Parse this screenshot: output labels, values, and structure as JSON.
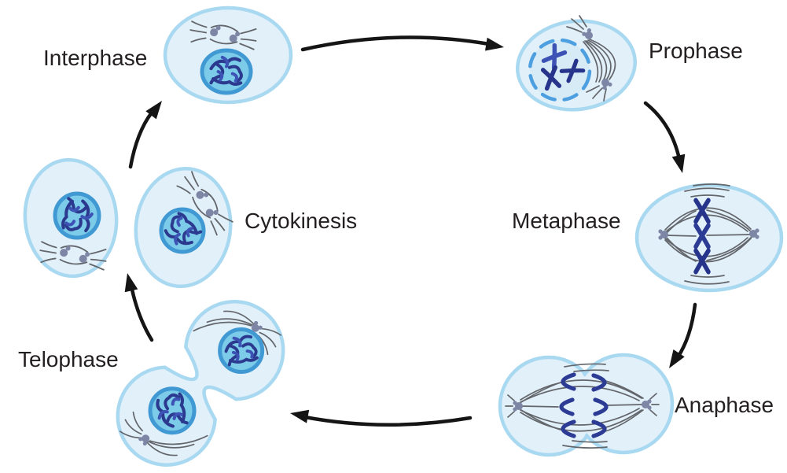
{
  "phases": [
    {
      "name": "interphase",
      "label": "Interphase"
    },
    {
      "name": "prophase",
      "label": "Prophase"
    },
    {
      "name": "metaphase",
      "label": "Metaphase"
    },
    {
      "name": "anaphase",
      "label": "Anaphase"
    },
    {
      "name": "telophase",
      "label": "Telophase"
    },
    {
      "name": "cytokinesis",
      "label": "Cytokinesis"
    }
  ],
  "cycle_order": [
    "Interphase",
    "Prophase",
    "Metaphase",
    "Anaphase",
    "Telophase",
    "Cytokinesis"
  ],
  "colors": {
    "background": "#ffffff",
    "cytoplasm": "#e2f0fa",
    "membrane": "#a9d9f1",
    "nucleus_fill": "#7ccbe9",
    "nucleus_ring": "#4199d3",
    "nuclear_envelope_dash": "#4d9fe0",
    "chromosome_dark": "#27348b",
    "chromosome_light": "#3d52b5",
    "spindle_fiber": "#63666b",
    "centrosome": "#7d86a4",
    "arrow": "#151515",
    "label_text": "#231f20"
  }
}
